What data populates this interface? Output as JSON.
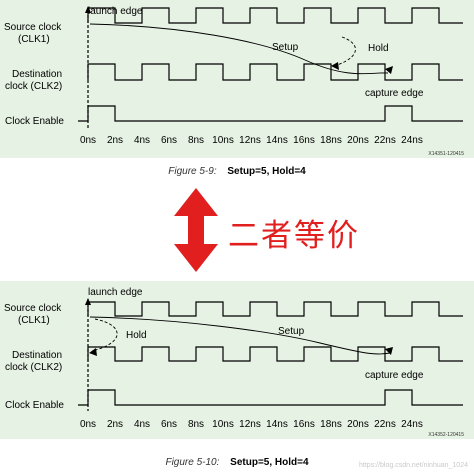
{
  "top": {
    "caption": {
      "figure": "Figure 5-9:",
      "settings": "Setup=5, Hold=4"
    },
    "labels": {
      "source_1": "Source clock",
      "source_2": "(CLK1)",
      "dest_1": "Destination",
      "dest_2": "clock (CLK2)",
      "enable": "Clock Enable",
      "launch": "launch edge",
      "setup": "Setup",
      "hold": "Hold",
      "capture": "capture edge",
      "code": "X14351-120415"
    },
    "ticks": [
      "0ns",
      "2ns",
      "4ns",
      "6ns",
      "8ns",
      "10ns",
      "12ns",
      "14ns",
      "16ns",
      "18ns",
      "20ns",
      "22ns",
      "24ns"
    ]
  },
  "middle": {
    "text": "二者等价",
    "arrow_color": "#e21f1f"
  },
  "bottom": {
    "caption": {
      "figure": "Figure 5-10:",
      "settings": "Setup=5, Hold=4"
    },
    "labels": {
      "source_1": "Source clock",
      "source_2": "(CLK1)",
      "dest_1": "Destination",
      "dest_2": "clock (CLK2)",
      "enable": "Clock Enable",
      "launch": "launch edge",
      "setup": "Setup",
      "hold": "Hold",
      "capture": "capture edge",
      "code": "X14352-120415",
      "watermark": "https://blog.csdn.net/ninhuan_1024"
    },
    "ticks": [
      "0ns",
      "2ns",
      "4ns",
      "6ns",
      "8ns",
      "10ns",
      "12ns",
      "14ns",
      "16ns",
      "18ns",
      "20ns",
      "22ns",
      "24ns"
    ]
  }
}
